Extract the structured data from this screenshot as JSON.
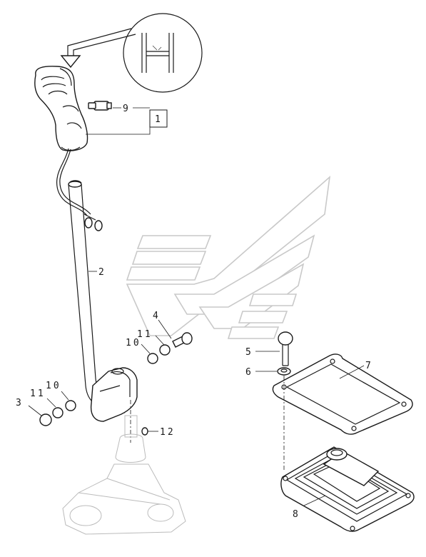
{
  "callouts": {
    "ref_box": "1",
    "lever": "2",
    "washer_left": "3",
    "pin": "4",
    "bolt": "5",
    "washer_bolt": "6",
    "plate": "7",
    "boot": "8",
    "switch": "9",
    "ring_10_upper": "10",
    "ring_10_lower": "10",
    "ring_11_upper": "11",
    "ring_11_lower": "11",
    "clip": "12"
  },
  "colors": {
    "line": "#1a1a1a",
    "watermark": "#c9c9c9",
    "ghost": "#bbbbbb"
  }
}
